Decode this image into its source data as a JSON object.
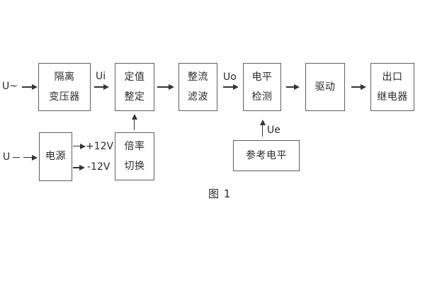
{
  "figure": {
    "caption": "图 1",
    "background_color": "#ffffff",
    "box_border_color": "#5f5f5f",
    "line_color": "#333333",
    "text_color": "#2b2b2b"
  },
  "inputs": {
    "ac_label": "U~",
    "dc_label": "U"
  },
  "signal_labels": {
    "ui": "Ui",
    "uo": "Uo",
    "ue": "Ue"
  },
  "power_rails": {
    "positive": "+12V",
    "negative": "-12V"
  },
  "blocks": [
    {
      "id": "isolation-transformer",
      "lines": [
        "隔离",
        "变压器"
      ]
    },
    {
      "id": "setting-adjust",
      "lines": [
        "定值",
        "整定"
      ]
    },
    {
      "id": "rectify-filter",
      "lines": [
        "整流",
        "滤波"
      ]
    },
    {
      "id": "level-detect",
      "lines": [
        "电平",
        "检测"
      ]
    },
    {
      "id": "drive",
      "lines": [
        "驱动"
      ]
    },
    {
      "id": "output-relay",
      "lines": [
        "出口",
        "继电器"
      ]
    },
    {
      "id": "power-supply",
      "lines": [
        "电源"
      ]
    },
    {
      "id": "ratio-switch",
      "lines": [
        "倍率",
        "切换"
      ]
    },
    {
      "id": "reference-level",
      "lines": [
        "参考电平"
      ]
    }
  ]
}
